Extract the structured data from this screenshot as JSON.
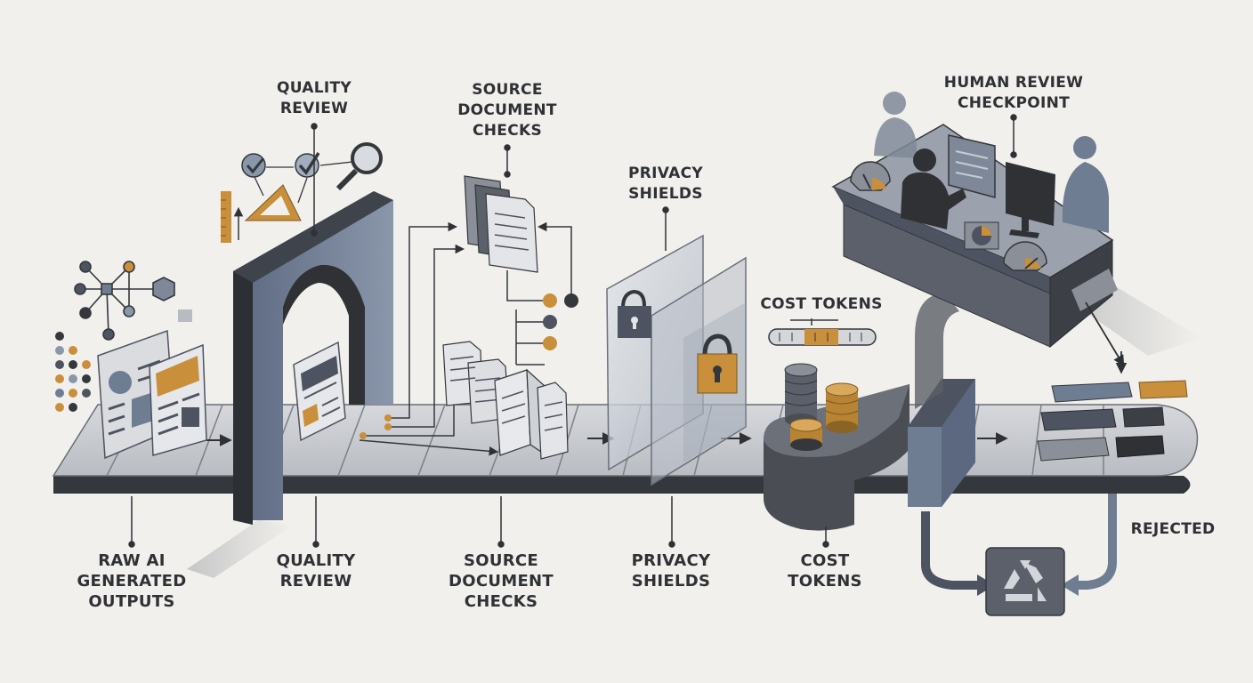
{
  "top_labels": {
    "quality_review": "QUALITY\nREVIEW",
    "source_document_checks": "SOURCE\nDOCUMENT\nCHECKS",
    "privacy_shields": "PRIVACY\nSHIELDS",
    "cost_tokens": "COST TOKENS",
    "human_review_checkpoint": "HUMAN REVIEW\nCHECKPOINT"
  },
  "bottom_labels": {
    "raw_ai_generated_outputs": "RAW AI\nGENERATED\nOUTPUTS",
    "quality_review": "QUALITY\nREVIEW",
    "source_document_checks": "SOURCE\nDOCUMENT\nCHECKS",
    "privacy_shields": "PRIVACY\nSHIELDS",
    "cost_tokens": "COST\nTOKENS"
  },
  "side_labels": {
    "rejected": "REJECTED"
  },
  "colors": {
    "background": "#f1f0ec",
    "belt": "#c9cbcf",
    "dark": "#34373c",
    "slate": "#6f7d93",
    "accent": "#c98f3a"
  },
  "icons": [
    "network-icon",
    "checkmark-icon",
    "magnifier-icon",
    "ruler-icon",
    "triangle-ruler-icon",
    "document-stack-icon",
    "padlock-icon",
    "coin-stack-icon",
    "gauge-icon",
    "monitor-icon",
    "recycle-icon",
    "person-icon"
  ]
}
